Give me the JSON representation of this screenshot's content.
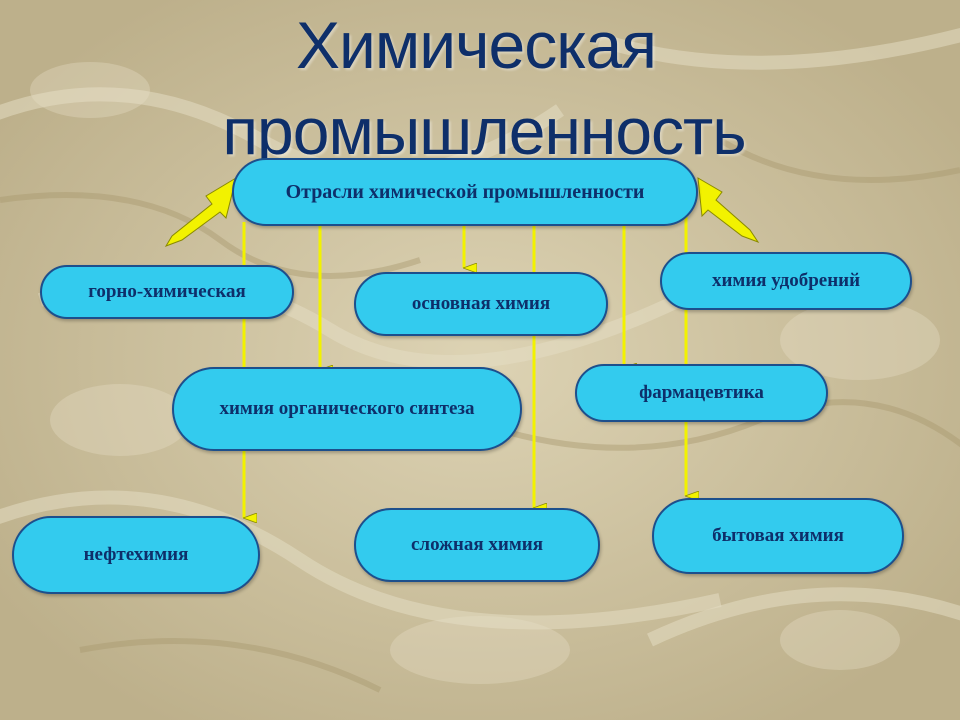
{
  "title": {
    "line1": "Химическая",
    "line2": "промышленность"
  },
  "nodes": {
    "root": "Отрасли химической промышленности",
    "gorno": "горно-химическая",
    "osnov": "основная химия",
    "udobr": "химия удобрений",
    "org": "химия органического синтеза",
    "farm": "фармацевтика",
    "neft": "нефтехимия",
    "slozh": "сложная химия",
    "byt": "бытовая химия"
  },
  "colors": {
    "node_fill": "#33cbee",
    "node_border": "#1d4f8c",
    "text": "#0e2f6a",
    "arrow": "#f2f200",
    "background": "#c9bd9a"
  }
}
